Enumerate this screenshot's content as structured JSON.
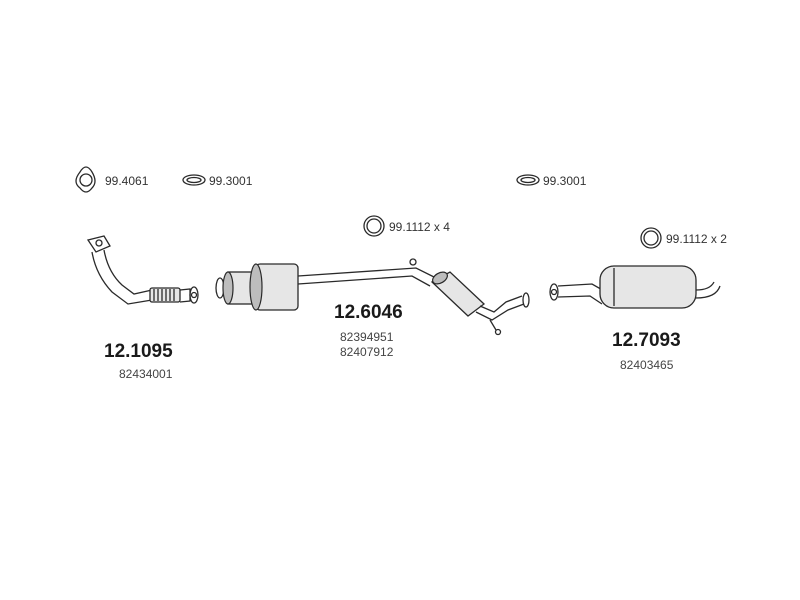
{
  "accessories": [
    {
      "code": "99.4061"
    },
    {
      "code": "99.3001"
    },
    {
      "code": "99.3001"
    },
    {
      "code": "99.1112 x 4"
    },
    {
      "code": "99.1112 x 2"
    }
  ],
  "parts": [
    {
      "number": "12.1095",
      "refs": [
        "82434001"
      ]
    },
    {
      "number": "12.6046",
      "refs": [
        "82394951",
        "82407912"
      ]
    },
    {
      "number": "12.7093",
      "refs": [
        "82403465"
      ]
    }
  ]
}
